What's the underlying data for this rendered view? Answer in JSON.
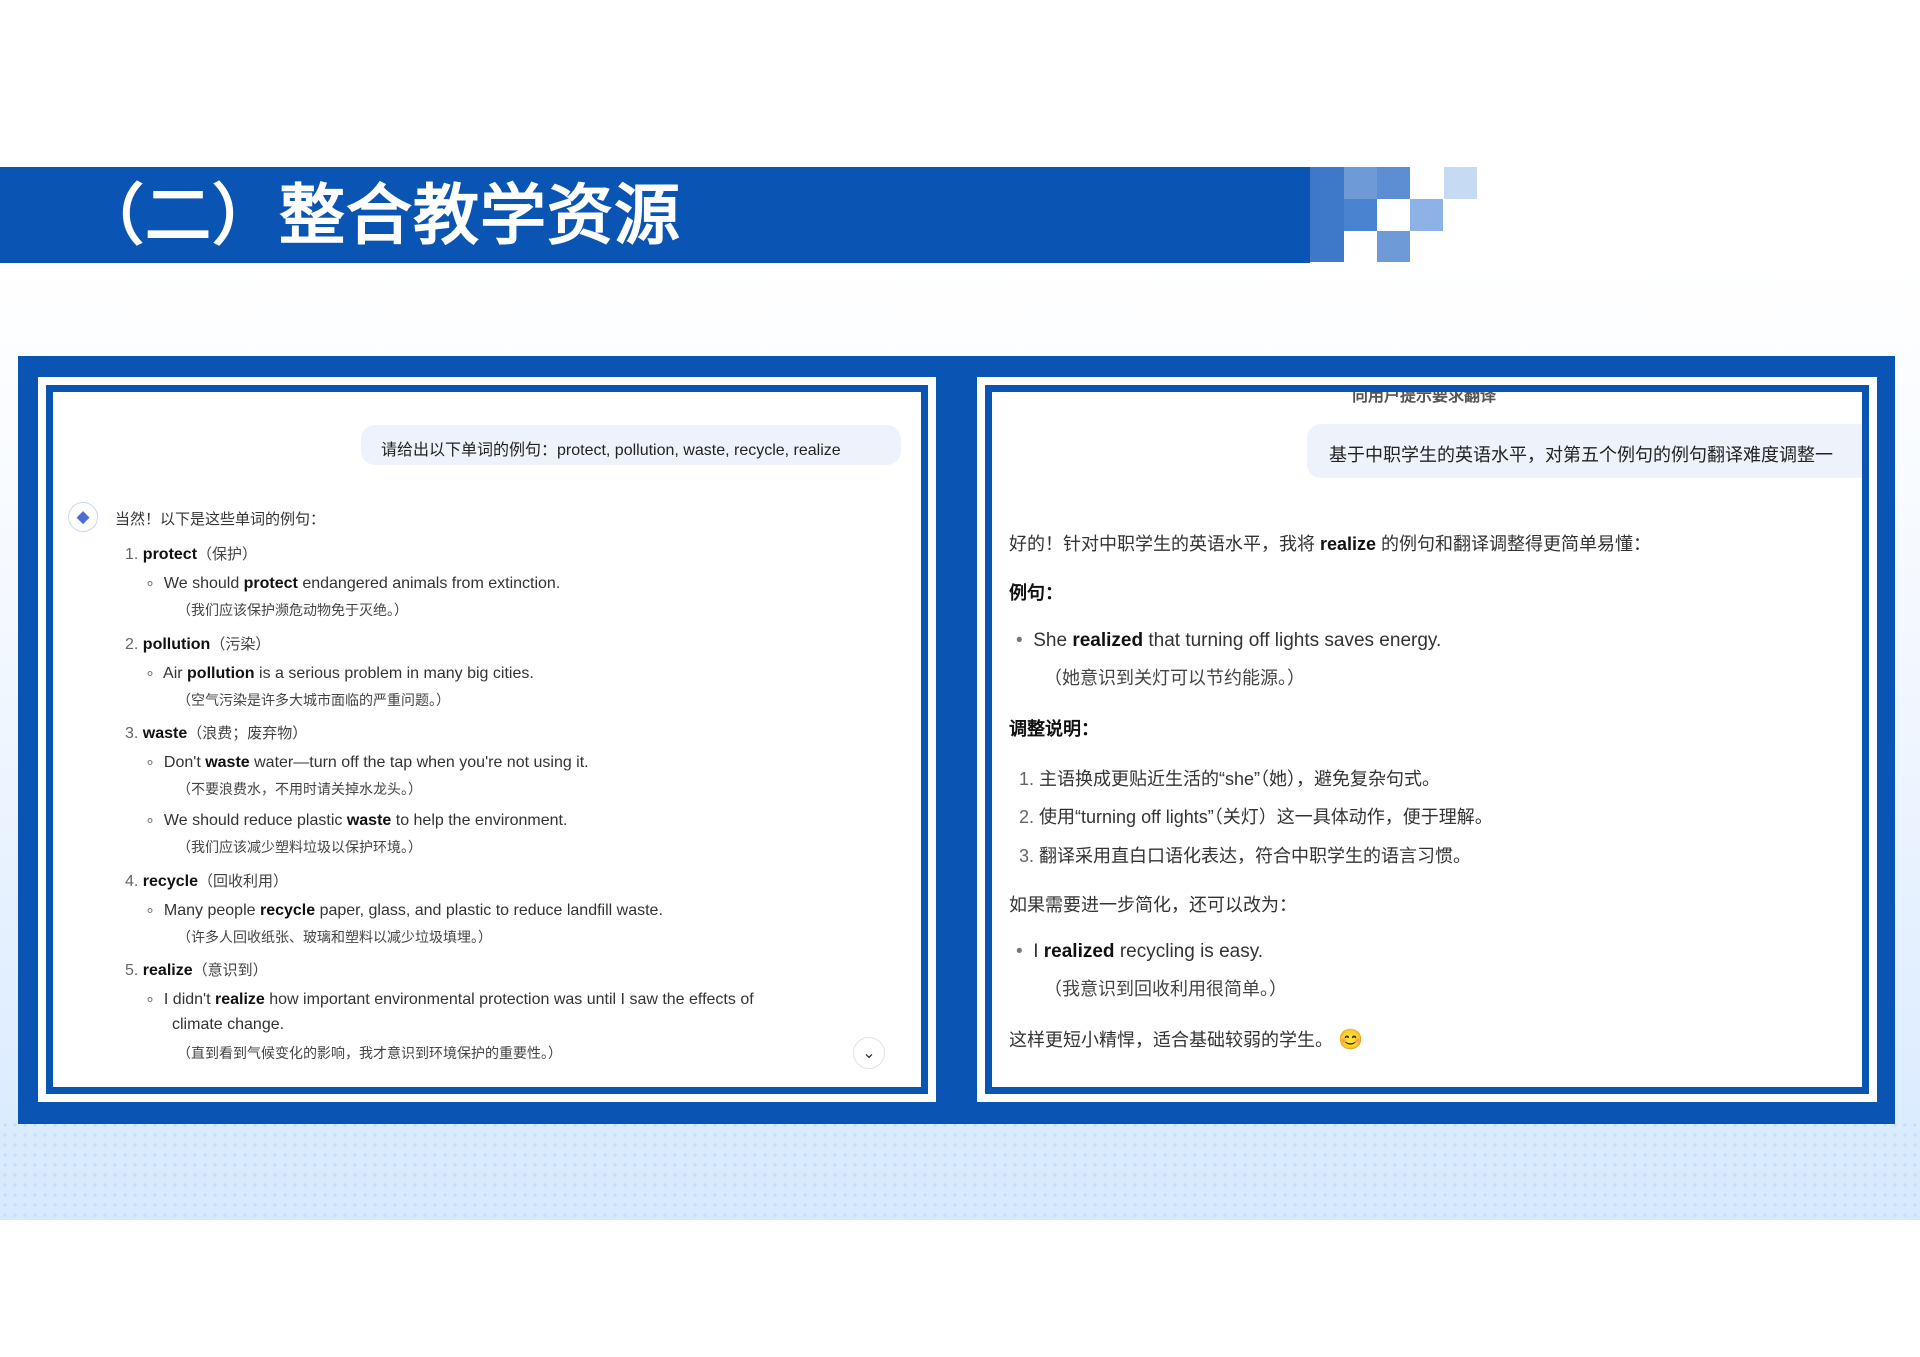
{
  "title": "（二）整合教学资源",
  "left_chat": {
    "user_prompt": "请给出以下单词的例句：protect, pollution, waste, recycle, realize",
    "assistant_intro": "当然！以下是这些单词的例句：",
    "items": [
      {
        "num": "1.",
        "word": "protect",
        "meaning": "（保护）",
        "examples": [
          {
            "pre": "We should ",
            "bold": "protect",
            "post": " endangered animals from extinction.",
            "zh": "（我们应该保护濒危动物免于灭绝。）"
          }
        ]
      },
      {
        "num": "2.",
        "word": "pollution",
        "meaning": "（污染）",
        "examples": [
          {
            "pre": "Air ",
            "bold": "pollution",
            "post": " is a serious problem in many big cities.",
            "zh": "（空气污染是许多大城市面临的严重问题。）"
          }
        ]
      },
      {
        "num": "3.",
        "word": "waste",
        "meaning": "（浪费；废弃物）",
        "examples": [
          {
            "pre": "Don't ",
            "bold": "waste",
            "post": " water—turn off the tap when you're not using it.",
            "zh": "（不要浪费水，不用时请关掉水龙头。）"
          },
          {
            "pre": "We should reduce plastic ",
            "bold": "waste",
            "post": " to help the environment.",
            "zh": "（我们应该减少塑料垃圾以保护环境。）"
          }
        ]
      },
      {
        "num": "4.",
        "word": "recycle",
        "meaning": "（回收利用）",
        "examples": [
          {
            "pre": "Many people ",
            "bold": "recycle",
            "post": " paper, glass, and plastic to reduce landfill waste.",
            "zh": "（许多人回收纸张、玻璃和塑料以减少垃圾填埋。）"
          }
        ]
      },
      {
        "num": "5.",
        "word": "realize",
        "meaning": "（意识到）",
        "examples": [
          {
            "pre": "I didn't ",
            "bold": "realize",
            "post": " how important environmental protection was until I saw the effects of",
            "cont": "climate change.",
            "zh": "（直到看到气候变化的影响，我才意识到环境保护的重要性。）"
          }
        ]
      }
    ]
  },
  "right_chat": {
    "cut_top_text": "向用户提示要求翻译",
    "user_prompt": "基于中职学生的英语水平，对第五个例句的例句翻译难度调整一",
    "response_pre": "好的！针对中职学生的英语水平，我将 ",
    "response_bold": "realize",
    "response_post": " 的例句和翻译调整得更简单易懂：",
    "example_heading": "例句：",
    "example": {
      "pre": "She ",
      "bold": "realized",
      "post": " that turning off lights saves energy.",
      "zh": "（她意识到关灯可以节约能源。）"
    },
    "notes_heading": "调整说明：",
    "notes": [
      {
        "num": "1.",
        "text": "主语换成更贴近生活的“she”（她），避免复杂句式。"
      },
      {
        "num": "2.",
        "text": "使用“turning off lights”（关灯）这一具体动作，便于理解。"
      },
      {
        "num": "3.",
        "text": "翻译采用直白口语化表达，符合中职学生的语言习惯。"
      }
    ],
    "simplify_intro": "如果需要进一步简化，还可以改为：",
    "simple_example": {
      "pre": "I ",
      "bold": "realized",
      "post": " recycling is easy.",
      "zh": "（我意识到回收利用很简单。）"
    },
    "closing": "这样更短小精悍，适合基础较弱的学生。",
    "closing_emoji": "😊"
  },
  "icons": {
    "assistant_logo": "whale-logo-icon",
    "scroll_down": "chevron-down-icon"
  },
  "colors": {
    "brand_blue": "#0a54b3",
    "bubble": "#eef3fb"
  }
}
